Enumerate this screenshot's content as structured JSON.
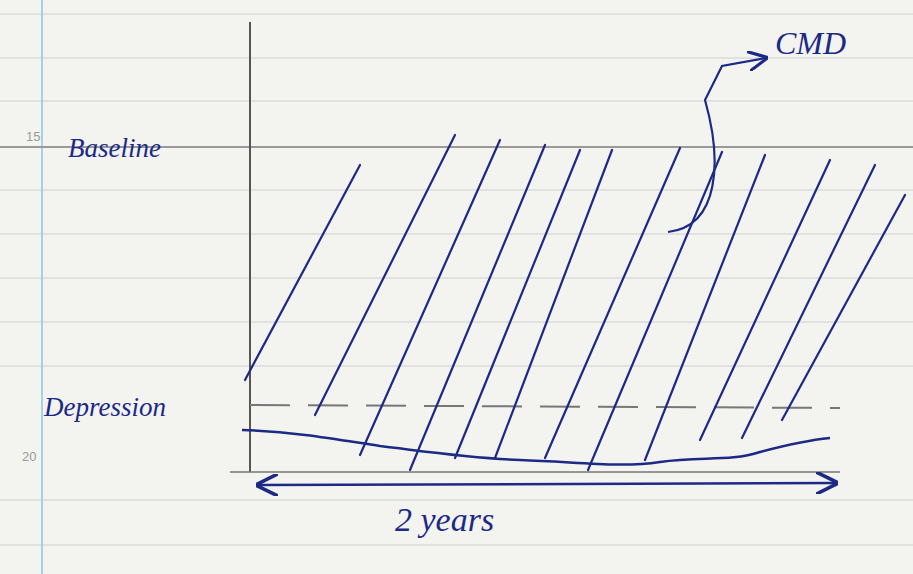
{
  "diagram": {
    "labels": [
      "CMD",
      "15",
      "Baseline",
      "Depression",
      "20",
      "2 years"
    ]
  }
}
